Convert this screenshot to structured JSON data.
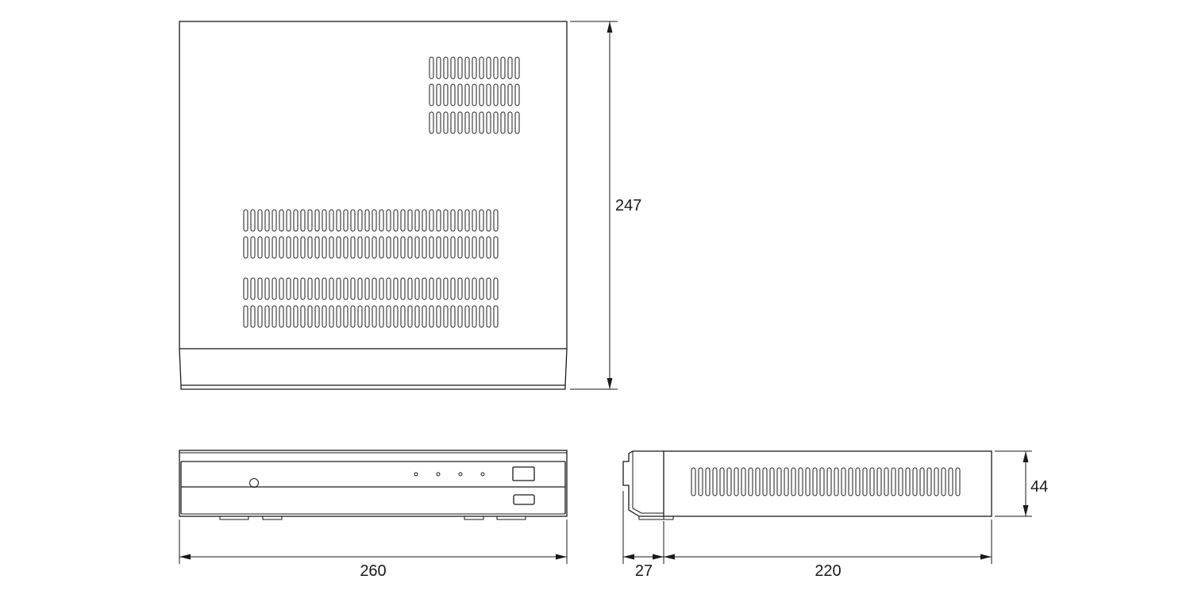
{
  "dimensions": {
    "width": "260",
    "height": "247",
    "depth_front": "27",
    "depth_body": "220",
    "thickness": "44"
  },
  "colors": {
    "line": "#1a1a1a",
    "background": "#ffffff"
  }
}
